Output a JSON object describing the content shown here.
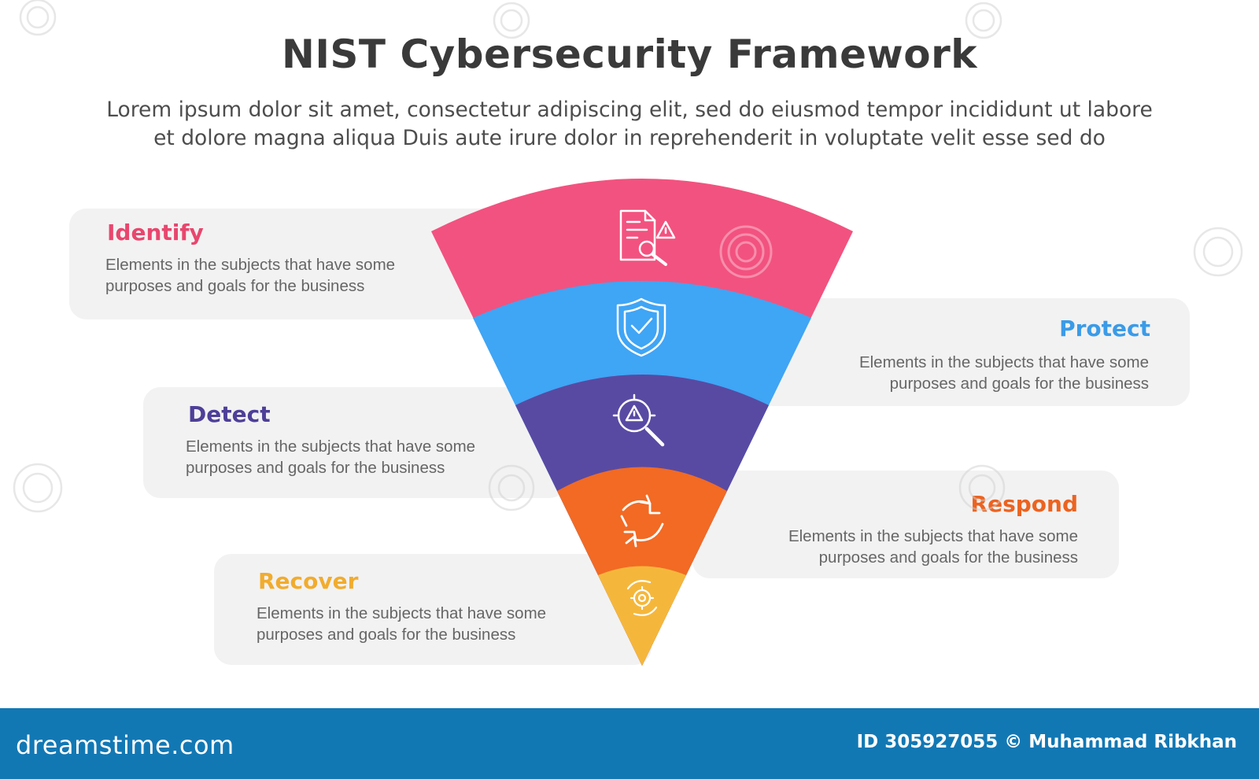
{
  "title": "NIST Cybersecurity Framework",
  "subtitle": {
    "line1": "Lorem ipsum dolor sit amet, consectetur adipiscing elit, sed do eiusmod tempor incididunt ut labore",
    "line2": "et dolore magna aliqua Duis aute irure dolor in reprehenderit in voluptate velit esse sed do"
  },
  "stages": [
    {
      "title": "Identify",
      "desc1": "Elements in the subjects that have some",
      "desc2": "purposes and goals for the  business",
      "color": "#f2527f",
      "icon": "document-search-alert-icon",
      "side": "left"
    },
    {
      "title": "Protect",
      "desc1": "Elements in the subjects that have some",
      "desc2": "purposes and goals for the  business",
      "color": "#3fa5f5",
      "icon": "shield-check-icon",
      "side": "right"
    },
    {
      "title": "Detect",
      "desc1": "Elements in the subjects that have some",
      "desc2": "purposes and goals for the  business",
      "color": "#584aa3",
      "icon": "magnifier-alert-icon",
      "side": "left"
    },
    {
      "title": "Respond",
      "desc1": "Elements in the subjects that have some",
      "desc2": "purposes and goals for the  business",
      "color": "#f26a24",
      "icon": "refresh-arrows-icon",
      "side": "right"
    },
    {
      "title": "Recover",
      "desc1": "Elements in the subjects that have some",
      "desc2": "purposes and goals for the  business",
      "color": "#f5b73b",
      "icon": "gear-cycle-icon",
      "side": "left"
    }
  ],
  "footer": {
    "brand": "dreamstime.com",
    "photo_id": "ID 305927055 © Muhammad Ribkhan",
    "color": "#1278b4"
  }
}
